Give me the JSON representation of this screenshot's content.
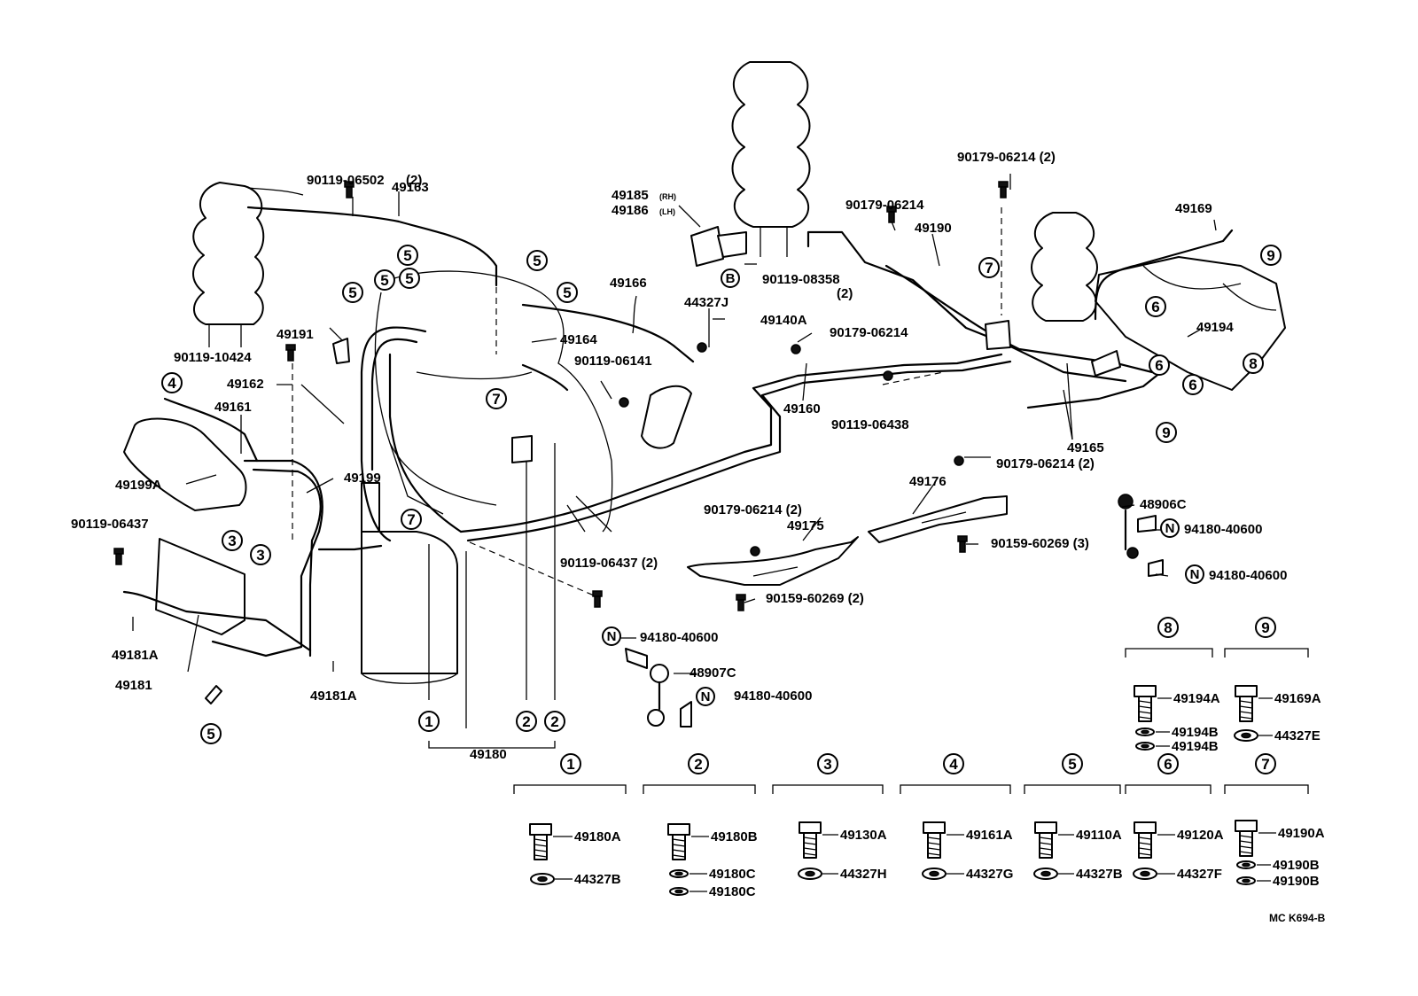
{
  "diagram": {
    "code": "MC K694-B",
    "labels": {
      "p_90119_06502": "90119-06502",
      "q_2a": "(2)",
      "p_49163": "49163",
      "p_90119_10424": "90119-10424",
      "p_49191": "49191",
      "p_49162": "49162",
      "p_49161": "49161",
      "p_49199A": "49199A",
      "p_49199": "49199",
      "p_90119_06437a": "90119-06437",
      "p_49181A_left": "49181A",
      "p_49181": "49181",
      "p_49181A_mid": "49181A",
      "p_49180": "49180",
      "p_49164": "49164",
      "p_49166": "49166",
      "p_90119_06141": "90119-06141",
      "p_49185": "49185",
      "p_49185_rh": "(RH)",
      "p_49186": "49186",
      "p_49186_lh": "(LH)",
      "p_90119_08358": "90119-08358",
      "q_2b": "(2)",
      "p_44327J": "44327J",
      "p_49140A": "49140A",
      "p_90179_06214a": "90179-06214",
      "p_49160": "49160",
      "p_90119_06438": "90119-06438",
      "p_90179_06214b": "90179-06214",
      "p_90179_06214c": "90179-06214 (2)",
      "p_49190": "49190",
      "p_49169": "49169",
      "p_49194": "49194",
      "p_49165": "49165",
      "p_90179_06214d": "90179-06214 (2)",
      "p_49176": "49176",
      "p_90179_06214e": "90179-06214 (2)",
      "p_49175": "49175",
      "p_90159_60269a": "90159-60269 (3)",
      "p_90159_60269b": "90159-60269 (2)",
      "p_90119_06437b": "90119-06437 (2)",
      "p_48906C": "48906C",
      "p_94180_40600a": "94180-40600",
      "p_94180_40600b": "94180-40600",
      "p_94180_40600c": "94180-40600",
      "p_94180_40600d": "94180-40600",
      "p_48907C": "48907C"
    },
    "callouts": {
      "one": "1",
      "two": "2",
      "three": "3",
      "four": "4",
      "five": "5",
      "six": "6",
      "seven": "7",
      "eight": "8",
      "nine": "9",
      "letter_b": "B",
      "letter_n": "N"
    },
    "legend_groups": [
      {
        "id": "1",
        "parts": [
          "49180A",
          "44327B"
        ]
      },
      {
        "id": "2",
        "parts": [
          "49180B",
          "49180C",
          "49180C"
        ]
      },
      {
        "id": "3",
        "parts": [
          "49130A",
          "44327H"
        ]
      },
      {
        "id": "4",
        "parts": [
          "49161A",
          "44327G"
        ]
      },
      {
        "id": "5",
        "parts": [
          "49110A",
          "44327B"
        ]
      },
      {
        "id": "6",
        "parts": [
          "49120A",
          "44327F"
        ]
      },
      {
        "id": "7",
        "parts": [
          "49190A",
          "49190B",
          "49190B"
        ]
      },
      {
        "id": "8",
        "parts": [
          "49194A",
          "49194B",
          "49194B"
        ]
      },
      {
        "id": "9",
        "parts": [
          "49169A",
          "44327E"
        ]
      }
    ]
  }
}
